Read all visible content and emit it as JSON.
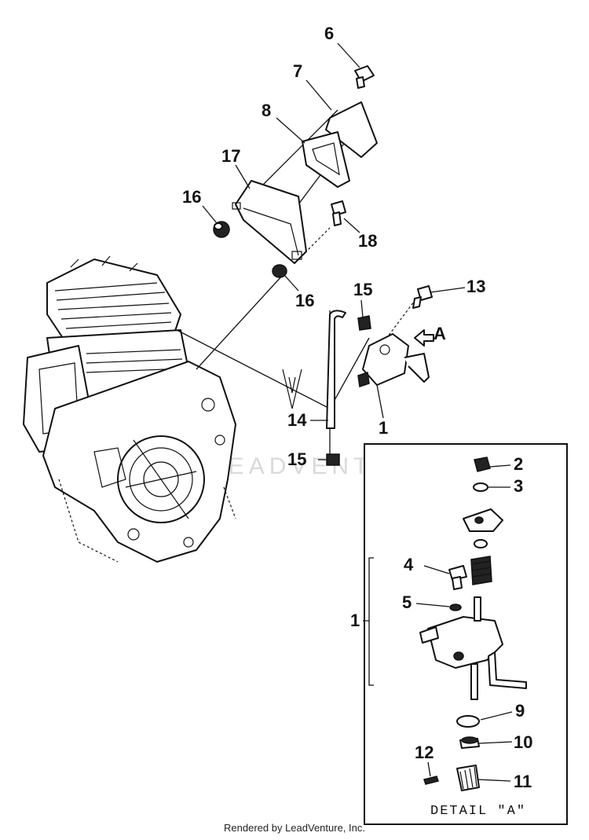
{
  "callouts": {
    "c1": "1",
    "c2": "2",
    "c3": "3",
    "c4": "4",
    "c5": "5",
    "c6": "6",
    "c7": "7",
    "c8": "8",
    "c9": "9",
    "c10": "10",
    "c11": "11",
    "c12": "12",
    "c13": "13",
    "c14": "14",
    "c15a": "15",
    "c15b": "15",
    "c16a": "16",
    "c16b": "16",
    "c17": "17",
    "c18": "18",
    "c1detail": "1",
    "arrow_a": "A"
  },
  "detail_title": "DETAIL \"A\"",
  "watermark": "LEADVENTURE",
  "credit": "Rendered by LeadVenture, Inc."
}
